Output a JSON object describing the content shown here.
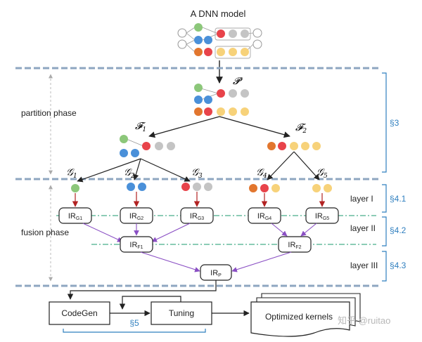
{
  "title": "A DNN model",
  "phases": {
    "partition": "partition phase",
    "fusion": "fusion phase"
  },
  "sections": {
    "s3": "§3",
    "s41": "§4.1",
    "s42": "§4.2",
    "s43": "§4.3",
    "s5": "§5"
  },
  "layers": {
    "l1": "layer I",
    "l2": "layer II",
    "l3": "layer III"
  },
  "symbols": {
    "P": "𝓟",
    "F1_main": "𝓕",
    "F1_sub": "1",
    "F2_main": "𝓕",
    "F2_sub": "2",
    "G1_main": "𝒢",
    "G1_sub": "1",
    "G2_main": "𝒢",
    "G2_sub": "2",
    "G3_main": "𝒢",
    "G3_sub": "3",
    "G4_main": "𝒢",
    "G4_sub": "4",
    "G5_main": "𝒢",
    "G5_sub": "5"
  },
  "ir": {
    "base": "IR",
    "g1": "G1",
    "g2": "G2",
    "g3": "G3",
    "g4": "G4",
    "g5": "G5",
    "f1": "F1",
    "f2": "F2",
    "p": "P"
  },
  "pipeline": {
    "codegen": "CodeGen",
    "tuning": "Tuning",
    "kernels": "Optimized kernels"
  },
  "watermark": "知乎 @ruitao",
  "colors": {
    "green": "#8cc77a",
    "red": "#e8434a",
    "gray": "#c4c4c4",
    "blue": "#4a90d9",
    "orange": "#e2762e",
    "yellow": "#f7d27a",
    "dashed": "#8ea6c0",
    "purple": "#8a4fc4",
    "arrowRed": "#b22222",
    "teal": "#1a9a6e",
    "section": "#2f7fbf"
  }
}
